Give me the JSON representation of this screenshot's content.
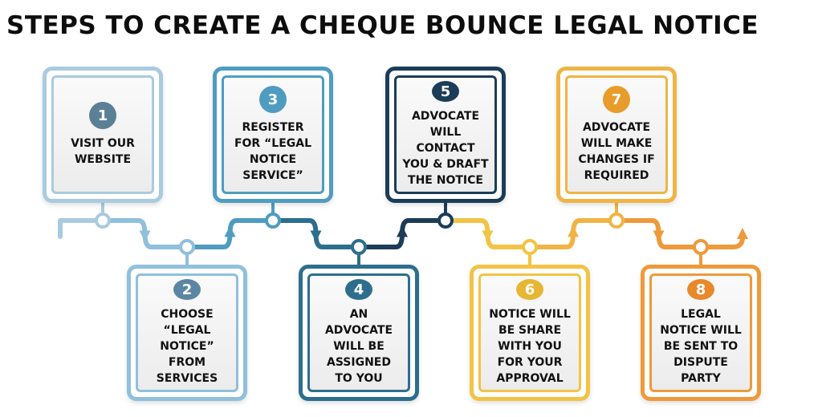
{
  "title": "STEPS TO CREATE A CHEQUE BOUNCE LEGAL NOTICE",
  "steps": [
    {
      "num": "1",
      "label": "VISIT OUR\nWEBSITE",
      "color": "#a9cbe0",
      "numcolor": "#5b7f95"
    },
    {
      "num": "2",
      "label": "CHOOSE\n“LEGAL\nNOTICE”\nFROM\nSERVICES",
      "color": "#8fc0dc",
      "numcolor": "#5b86a3"
    },
    {
      "num": "3",
      "label": "REGISTER\nFOR “LEGAL\nNOTICE\nSERVICE”",
      "color": "#4f9cc1",
      "numcolor": "#4f9cc1"
    },
    {
      "num": "4",
      "label": "AN\nADVOCATE\nWILL BE\nASSIGNED\nTO YOU",
      "color": "#2d6e8e",
      "numcolor": "#2d6e8e"
    },
    {
      "num": "5",
      "label": "ADVOCATE\nWILL\nCONTACT\nYOU & DRAFT\nTHE NOTICE",
      "color": "#1b3d57",
      "numcolor": "#1b3d57"
    },
    {
      "num": "6",
      "label": "NOTICE WILL\nBE SHARE\nWITH YOU\nFOR YOUR\nAPPROVAL",
      "color": "#f2c445",
      "numcolor": "#e7b632"
    },
    {
      "num": "7",
      "label": "ADVOCATE\nWILL MAKE\nCHANGES IF\nREQUIRED",
      "color": "#f0b445",
      "numcolor": "#e89c2c"
    },
    {
      "num": "8",
      "label": "LEGAL\nNOTICE WILL\nBE SENT TO\nDISPUTE\nPARTY",
      "color": "#ee9a3b",
      "numcolor": "#e8892c"
    }
  ]
}
